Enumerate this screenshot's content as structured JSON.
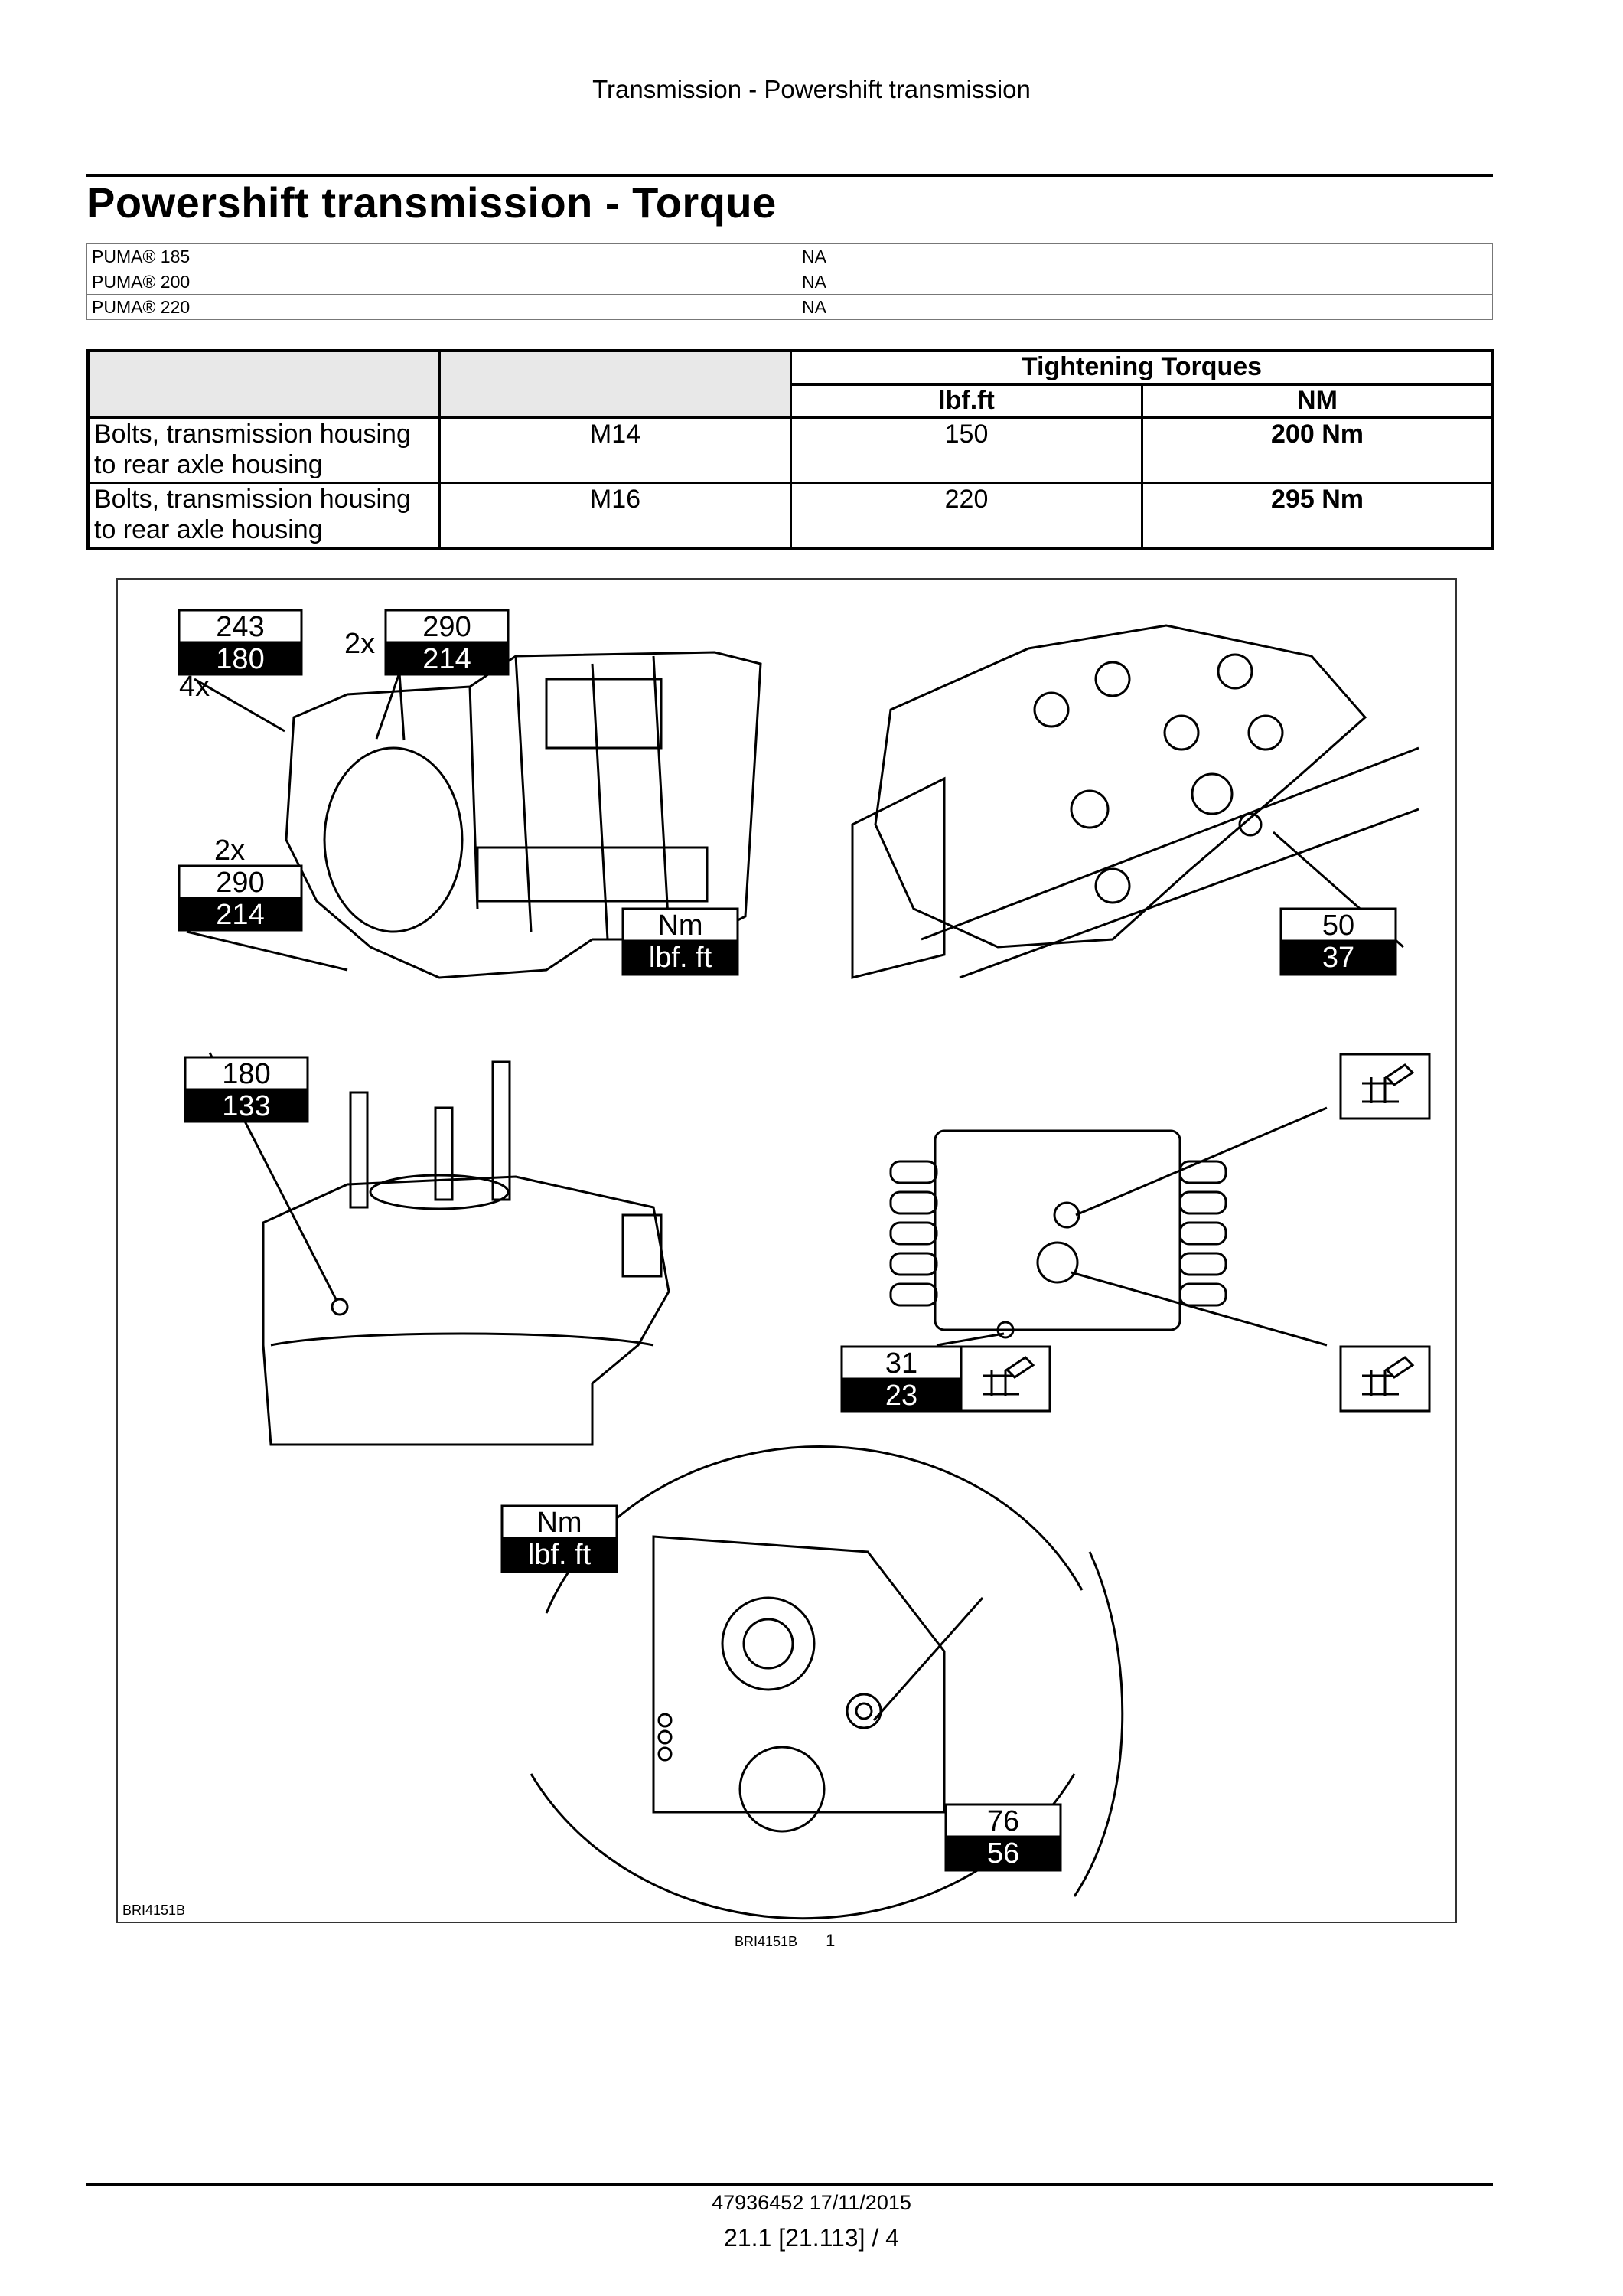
{
  "header": {
    "running_title": "Transmission - Powershift transmission"
  },
  "page_title": "Powershift transmission - Torque",
  "models": [
    {
      "model": "PUMA® 185",
      "value": "NA"
    },
    {
      "model": "PUMA® 200",
      "value": "NA"
    },
    {
      "model": "PUMA® 220",
      "value": "NA"
    }
  ],
  "torque_table": {
    "group_header": "Tightening Torques",
    "col_lbf": "lbf.ft",
    "col_nm": "NM",
    "rows": [
      {
        "description": "Bolts, transmission housing to rear axle housing",
        "size": "M14",
        "lbf_ft": "150",
        "nm": "200 Nm"
      },
      {
        "description": "Bolts, transmission housing to rear axle housing",
        "size": "M16",
        "lbf_ft": "220",
        "nm": "295 Nm"
      }
    ]
  },
  "figure": {
    "callouts": {
      "a_nm": "243",
      "a_lbf": "180",
      "a_qty": "4x",
      "b_qty": "2x",
      "b_nm": "290",
      "b_lbf": "214",
      "c_qty": "2x",
      "c_nm": "290",
      "c_lbf": "214",
      "legend1_nm": "Nm",
      "legend1_lbf": "lbf. ft",
      "d_nm": "50",
      "d_lbf": "37",
      "e_nm": "180",
      "e_lbf": "133",
      "f_nm": "31",
      "f_lbf": "23",
      "legend2_nm": "Nm",
      "legend2_lbf": "lbf. ft",
      "g_nm": "76",
      "g_lbf": "56"
    },
    "ref_inner": "BRI4151B",
    "caption_ref": "BRI4151B",
    "caption_num": "1"
  },
  "footer": {
    "doc_id": "47936452 17/11/2015",
    "page": "21.1 [21.113] / 4"
  }
}
